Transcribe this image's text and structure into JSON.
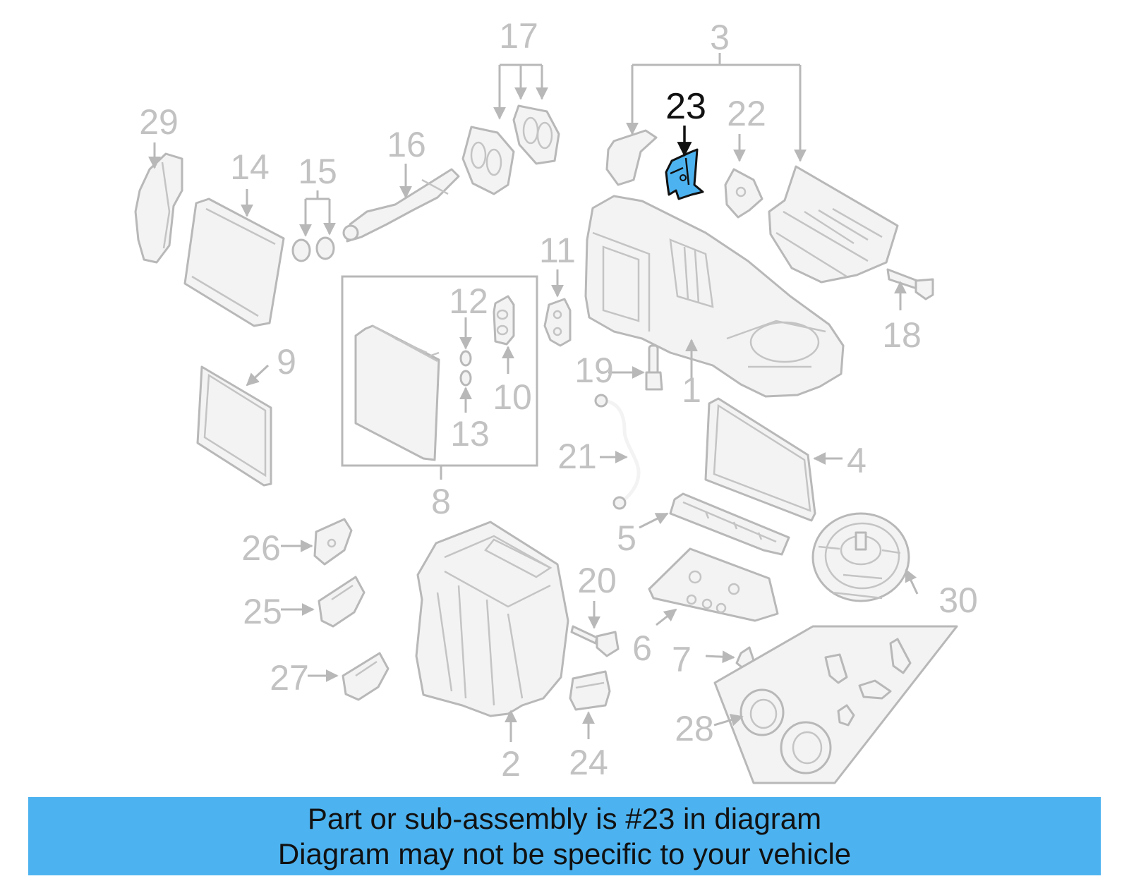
{
  "diagram": {
    "callouts": [
      "1",
      "2",
      "3",
      "4",
      "5",
      "6",
      "7",
      "8",
      "9",
      "10",
      "11",
      "12",
      "13",
      "14",
      "15",
      "16",
      "17",
      "18",
      "19",
      "20",
      "21",
      "22",
      "23",
      "24",
      "25",
      "26",
      "27",
      "28",
      "29",
      "30"
    ],
    "highlighted": "23",
    "colors": {
      "highlight_fill": "#4db3f0",
      "highlight_stroke": "#111111",
      "parts_stroke": "#b8b8b8",
      "labels": "#c2c2c2"
    }
  },
  "banner": {
    "line1": "Part or sub-assembly is #23 in diagram",
    "line2": "Diagram may not be specific to your vehicle",
    "background": "#4db3f0"
  }
}
